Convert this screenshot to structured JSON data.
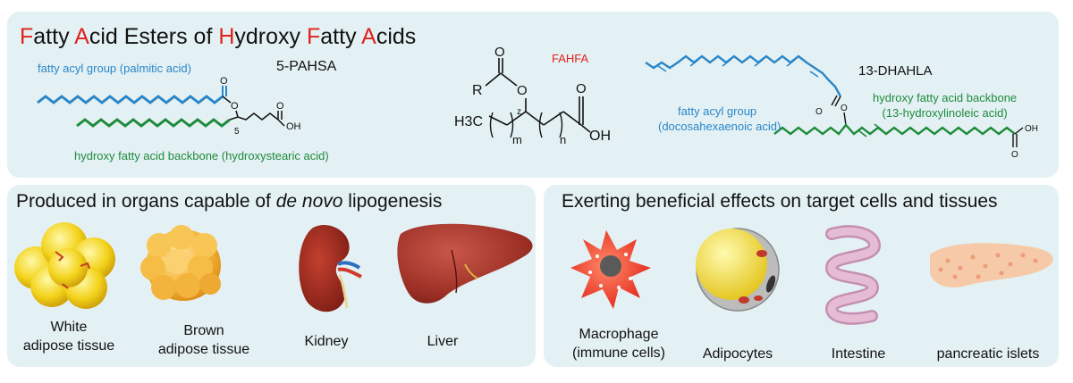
{
  "title": {
    "parts": [
      {
        "text": "F",
        "accent": true
      },
      {
        "text": "atty ",
        "accent": false
      },
      {
        "text": "A",
        "accent": true
      },
      {
        "text": "cid Esters of ",
        "accent": false
      },
      {
        "text": "H",
        "accent": true
      },
      {
        "text": "ydroxy ",
        "accent": false
      },
      {
        "text": "F",
        "accent": true
      },
      {
        "text": "atty ",
        "accent": false
      },
      {
        "text": "A",
        "accent": true
      },
      {
        "text": "cids",
        "accent": false
      }
    ]
  },
  "pahsa": {
    "name": "5-PAHSA",
    "acyl_label": "fatty acyl group (palmitic acid)",
    "backbone_label": "hydroxy fatty acid backbone (hydroxystearic acid)",
    "atom_o_carbonyl": "O",
    "atom_o_ester": "O",
    "atom_o_acid": "O",
    "atom_oh": "OH",
    "position": "5"
  },
  "fahfa": {
    "name": "FAHFA",
    "atom_r": "R",
    "atom_o_top": "O",
    "atom_o_ester": "O",
    "atom_o_acid": "O",
    "atom_h3c": "H3C",
    "atom_oh": "OH",
    "sub_m": "m",
    "sub_n": "n",
    "stereo": "z"
  },
  "dhahla": {
    "name": "13-DHAHLA",
    "acyl_label_1": "fatty acyl group",
    "acyl_label_2": "(docosahexaenoic acid)",
    "backbone_label_1": "hydroxy fatty acid backbone",
    "backbone_label_2": "(13-hydroxylinoleic acid)",
    "atom_o_ester_a": "O",
    "atom_o_ester_b": "O",
    "atom_oh": "OH",
    "atom_o_acid": "O"
  },
  "produced": {
    "title_pre": "Produced in organs capable of ",
    "title_italic": "de novo",
    "title_post": " lipogenesis",
    "items": [
      {
        "line1": "White",
        "line2": "adipose tissue"
      },
      {
        "line1": "Brown",
        "line2": "adipose tissue"
      },
      {
        "line1": "Kidney",
        "line2": ""
      },
      {
        "line1": "Liver",
        "line2": ""
      }
    ]
  },
  "effects": {
    "title": "Exerting beneficial effects on target cells and tissues",
    "items": [
      {
        "line1": "Macrophage",
        "line2": "(immune cells)"
      },
      {
        "line1": "Adipocytes",
        "line2": ""
      },
      {
        "line1": "Intestine",
        "line2": ""
      },
      {
        "line1": "pancreatic islets",
        "line2": ""
      }
    ]
  },
  "colors": {
    "accent_red": "#e0221c",
    "acyl_blue": "#2a86c8",
    "backbone_green": "#1e8a3c",
    "panel_bg": "#e4f1f4"
  }
}
